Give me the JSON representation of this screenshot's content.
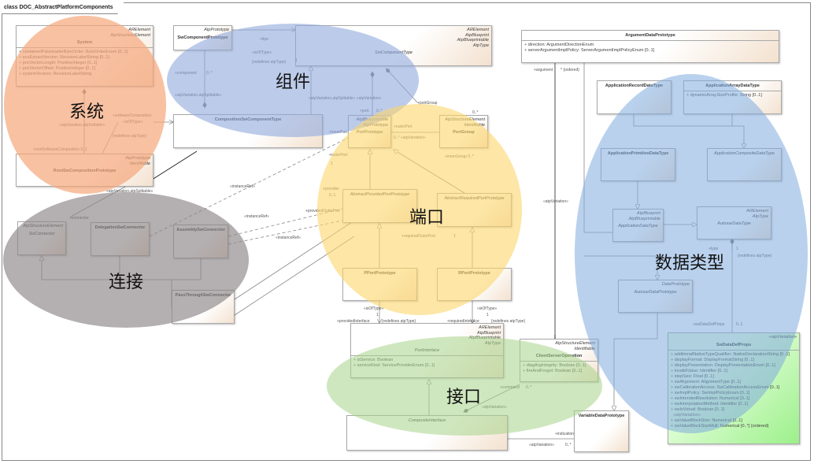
{
  "diagram": {
    "title": "class DOC_AbstractPlatformComponents"
  },
  "zones": [
    {
      "label": "系统",
      "color": "#f5a77a"
    },
    {
      "label": "组件",
      "color": "#8fa9dc"
    },
    {
      "label": "连接",
      "color": "#8c8486"
    },
    {
      "label": "端口",
      "color": "#fbd56a"
    },
    {
      "label": "接口",
      "color": "#a7d38a"
    },
    {
      "label": "数据类型",
      "color": "#7fabde"
    }
  ],
  "classes": [
    {
      "id": "System",
      "stereotypes": [
        "ARElement",
        "AtpStructureElement"
      ],
      "name": "System",
      "attrs": [
        "containerIPduHeaderByteOrder: ByteOrderEnum [0..1]",
        "ecuExtractVersion: RevisionLabelString [0..1]",
        "pncVectorLength: PositiveInteger [0..1]",
        "pncVectorOffset: PositiveInteger [0..1]",
        "systemVersion: RevisionLabelString"
      ]
    },
    {
      "id": "RootSwCompositionPrototype",
      "stereotypes": [
        "AtpPrototype",
        "Identifiable"
      ],
      "name": "RootSwCompositionPrototype"
    },
    {
      "id": "SwComponentPrototype",
      "stereotypes": [
        "AtpPrototype"
      ],
      "name": "SwComponentPrototype"
    },
    {
      "id": "SwComponentType",
      "stereotypes": [
        "ARElement",
        "AtpBlueprint",
        "AtpBlueprintable",
        "AtpType"
      ],
      "name": "SwComponentType",
      "abstract": true
    },
    {
      "id": "CompositionSwComponentType",
      "stereotypes": [],
      "name": "CompositionSwComponentType"
    },
    {
      "id": "PortPrototype",
      "stereotypes": [
        "AtpBlueprintable",
        "AtpPrototype"
      ],
      "name": "PortPrototype",
      "abstract": true
    },
    {
      "id": "PortGroup",
      "stereotypes": [
        "AtpStructureElement",
        "Identifiable"
      ],
      "name": "PortGroup"
    },
    {
      "id": "AbstractProvidedPortPrototype",
      "stereotypes": [],
      "name": "AbstractProvidedPortPrototype",
      "abstract": true
    },
    {
      "id": "AbstractRequiredPortPrototype",
      "stereotypes": [],
      "name": "AbstractRequiredPortPrototype",
      "abstract": true
    },
    {
      "id": "PPortPrototype",
      "stereotypes": [],
      "name": "PPortPrototype"
    },
    {
      "id": "RPortPrototype",
      "stereotypes": [],
      "name": "RPortPrototype"
    },
    {
      "id": "SwConnector",
      "stereotypes": [
        "AtpStructureElement"
      ],
      "name": "SwConnector",
      "abstract": true
    },
    {
      "id": "DelegationSwConnector",
      "stereotypes": [],
      "name": "DelegationSwConnector"
    },
    {
      "id": "AssemblySwConnector",
      "stereotypes": [],
      "name": "AssemblySwConnector"
    },
    {
      "id": "PassThroughSwConnector",
      "stereotypes": [],
      "name": "PassThroughSwConnector"
    },
    {
      "id": "ArgumentDataPrototype",
      "stereotypes": [],
      "name": "ArgumentDataPrototype",
      "attrs": [
        "direction: ArgumentDirectionEnum",
        "serverArgumentImplPolicy: ServerArgumentImplPolicyEnum [0..1]"
      ]
    },
    {
      "id": "ApplicationRecordDataType",
      "stereotypes": [],
      "name": "ApplicationRecordDataType"
    },
    {
      "id": "ApplicationArrayDataType",
      "stereotypes": [],
      "name": "ApplicationArrayDataType",
      "attrs": [
        "dynamicArraySizeProfile: String [0..1]"
      ]
    },
    {
      "id": "ApplicationPrimitiveDataType",
      "stereotypes": [],
      "name": "ApplicationPrimitiveDataType"
    },
    {
      "id": "ApplicationCompositeDataType",
      "stereotypes": [],
      "name": "ApplicationCompositeDataType",
      "abstract": true
    },
    {
      "id": "ApplicationDataType",
      "stereotypes": [
        "AtpBlueprint",
        "AtpBlueprintable"
      ],
      "name": "ApplicationDataType",
      "abstract": true
    },
    {
      "id": "AutosarDataType",
      "stereotypes": [
        "ARElement",
        "AtpType"
      ],
      "name": "AutosarDataType",
      "abstract": true
    },
    {
      "id": "AutosarDataPrototype",
      "stereotypes": [
        "DataPrototype"
      ],
      "name": "AutosarDataPrototype",
      "abstract": true
    },
    {
      "id": "SwDataDefProps",
      "stereotypes": [
        "«atpVariation»"
      ],
      "name": "SwDataDefProps",
      "green": true,
      "attrs": [
        "additionalNativeTypeQualifier: NativeDeclarationString [0..1]",
        "displayFormat: DisplayFormatString [0..1]",
        "displayPresentation: DisplayPresentationEnum [0..1]",
        "invalidValue: Identifier [0..1]",
        "stepSize: Float [0..1]",
        "swAlignment: AlignmentType [0..1]",
        "swCalibrationAccess: SwCalibrationAccessEnum [0..1]",
        "swImplPolicy: SwImplPolicyEnum [0..1]",
        "swIntendedResolution: Numerical [0..1]",
        "swInterpolationMethod: Identifier [0..1]",
        "swIsVirtual: Boolean [0..1]"
      ],
      "subheading": "«atpVariation»",
      "attrs2": [
        "swValueBlockSize: Numerical [0..1]",
        "swValueBlockSizeMult: Numerical [0..*] {ordered}"
      ]
    },
    {
      "id": "PortInterface",
      "stereotypes": [
        "ARElement",
        "AtpBlueprint",
        "AtpBlueprintable",
        "AtpType"
      ],
      "name": "PortInterface",
      "abstract": true,
      "attrs": [
        "isService: Boolean",
        "serviceKind: ServiceProviderEnum [0..1]"
      ]
    },
    {
      "id": "ClientServerOperation",
      "stereotypes": [
        "AtpStructureElement",
        "Identifiable"
      ],
      "name": "ClientServerOperation",
      "attrs": [
        "diagArgIntegrity: Boolean [0..1]",
        "fireAndForget: Boolean [0..1]"
      ]
    },
    {
      "id": "CompositeInterface",
      "stereotypes": [],
      "name": "CompositeInterface",
      "abstract": true
    },
    {
      "id": "VariableDataPrototype",
      "stereotypes": [],
      "name": "VariableDataPrototype"
    }
  ],
  "labels": [
    "+component",
    "0..*",
    "«atpVariation,atpSplitable»",
    "+tlpe",
    "«isOfType»",
    "1",
    "{redefines atpType}",
    "+softwareComposition",
    "«isOfType»",
    "{redefines atpType}",
    "«atpVariation,atpSoftable»",
    "+rootSoftwareComposition 0..1",
    "«atpVariation,atpSplitable»",
    "+port",
    "0..*",
    "«atpVariation,atpSplitable» «atpVariation»",
    "+portGroup",
    "0..*",
    "+innerPort",
    "+outerPort",
    "0..* «atpVariation»",
    "+innerGroup 0..*",
    "+outerPort",
    "1",
    "«instanceRef»",
    "«instanceRef»",
    "«instanceRef»",
    "+connector",
    "+provider",
    "0..1",
    "+providedOuterPort",
    "+requiredOuterPort",
    "1",
    "«isOfType»",
    "1",
    "+providedInterface",
    "{redefines atpType}",
    "«isOfType»",
    "1",
    "+requiredInterface",
    "{redefines atpType}",
    "+command",
    "0..*",
    "«atpVariation»",
    "+indication",
    "«atpVariation»",
    "0..*",
    "+argument",
    "* {ordered}",
    "«atpVariation»",
    "+type",
    "1",
    "{redefines atpType}",
    "+swDataDefProps",
    "0..1"
  ]
}
